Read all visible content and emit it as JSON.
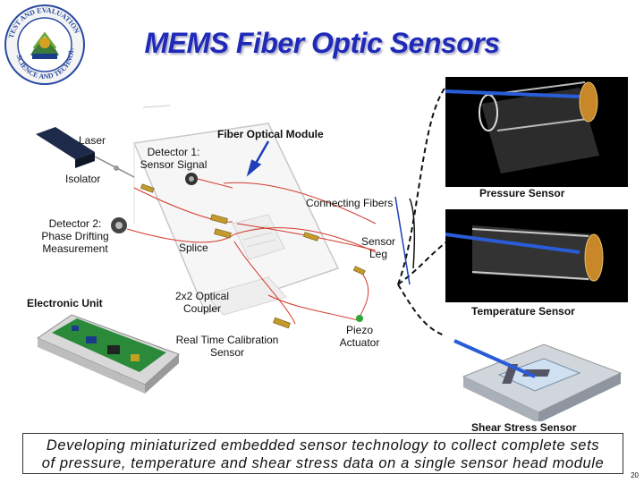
{
  "header": {
    "title": "MEMS Fiber Optic Sensors",
    "logo_text": "TEST AND EVALUATION SCIENCE AND TECHNOLOGY"
  },
  "labels": {
    "laser": "Laser",
    "isolator": "Isolator",
    "detector1_line1": "Detector 1:",
    "detector1_line2": "Sensor Signal",
    "fiber_optical_module": "Fiber Optical Module",
    "connecting_fibers": "Connecting Fibers",
    "detector2_line1": "Detector 2:",
    "detector2_line2": "Phase Drifting",
    "detector2_line3": "Measurement",
    "splice": "Splice",
    "sensor_leg_line1": "Sensor",
    "sensor_leg_line2": "Leg",
    "electronic_unit": "Electronic Unit",
    "coupler_line1": "2x2 Optical",
    "coupler_line2": "Coupler",
    "rtc_line1": "Real Time Calibration",
    "rtc_line2": "Sensor",
    "piezo_line1": "Piezo",
    "piezo_line2": "Actuator",
    "pressure_sensor": "Pressure Sensor",
    "temperature_sensor": "Temperature Sensor",
    "shear_stress_sensor": "Shear Stress Sensor"
  },
  "caption": {
    "line1": "Developing miniaturized embedded sensor technology to collect complete sets",
    "line2": "of pressure, temperature and shear stress data on a single sensor head module"
  },
  "page_number": "20",
  "colors": {
    "title": "#1f2ab8",
    "arrow": "#1f3fb8",
    "fiber_red": "#d23a2a"
  }
}
